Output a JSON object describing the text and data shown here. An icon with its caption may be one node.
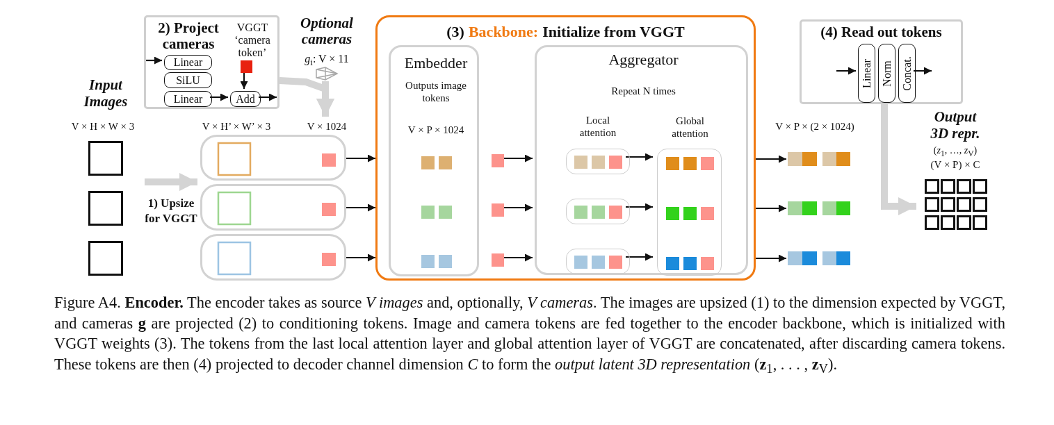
{
  "diagram": {
    "caption": "Figure A4. **Encoder.** The encoder takes as source *V images* and, optionally, *V cameras*. The images are upsized (1) to the dimension expected by VGGT, and cameras **g** are projected (2) to conditioning tokens. Image and camera tokens are fed together to the encoder backbone, which is initialized with VGGT weights (3). The tokens from the last local attention layer and global attention layer of VGGT are concatenated, after discarding camera tokens. These tokens are then (4) projected to decoder channel dimension *C* to form the *output latent 3D representation* (**z**$_{1}$, . . . , **z**$_{V}$).",
    "nodes": [
      {
        "text": [
          "2) Project cameras"
        ]
      },
      {
        "text": [
          "Linear"
        ],
        "in": 0
      },
      {
        "text": [
          "SiLU"
        ],
        "in": 0
      },
      {
        "text": [
          "Linear"
        ],
        "in": 0
      },
      {
        "text": [
          "Add"
        ],
        "in": 0
      },
      {
        "text": [
          "VGGT ‘camera token’"
        ],
        "in": 0
      },
      {
        "text": [
          "Optional cameras",
          "*g*$_{i}$: V × 11"
        ]
      },
      {
        "text": [
          "Input Images",
          "V × H × W × 3"
        ]
      },
      {
        "text": [],
        "shape": "box",
        "in": 7
      },
      {
        "text": [],
        "shape": "box",
        "in": 7
      },
      {
        "text": [],
        "shape": "box",
        "in": 7
      },
      {
        "text": [
          "V × H’ × W’ × 3",
          "V × 1024"
        ]
      },
      {
        "text": [],
        "shape": "box",
        "in": 11
      },
      {
        "text": [],
        "shape": "box",
        "in": 11
      },
      {
        "text": [],
        "shape": "box",
        "in": 11
      },
      {
        "text": [
          "(3)",
          "Backbone:",
          "Initialize from VGGT"
        ]
      },
      {
        "text": [
          "Embedder",
          "Outputs image tokens",
          "V × P × 1024"
        ],
        "in": 15
      },
      {
        "text": [],
        "shape": "box",
        "in": 15
      },
      {
        "text": [],
        "shape": "box",
        "in": 15
      },
      {
        "text": [],
        "shape": "box",
        "in": 15
      },
      {
        "text": [
          "Aggregator",
          "Repeat N times"
        ],
        "in": 15
      },
      {
        "text": [
          "Local attention"
        ],
        "in": 20
      },
      {
        "text": [],
        "shape": "box",
        "in": 21
      },
      {
        "text": [],
        "shape": "box",
        "in": 21
      },
      {
        "text": [],
        "shape": "box",
        "in": 21
      },
      {
        "text": [
          "Global attention"
        ],
        "in": 20
      },
      {
        "text": [
          "V × P × (2 × 1024)"
        ]
      },
      {
        "text": [],
        "shape": "box",
        "in": 26
      },
      {
        "text": [],
        "shape": "box",
        "in": 26
      },
      {
        "text": [],
        "shape": "box",
        "in": 26
      },
      {
        "text": [
          "(4) Read out tokens"
        ]
      },
      {
        "text": [
          "Linear"
        ],
        "in": 30
      },
      {
        "text": [
          "Norm"
        ],
        "in": 30
      },
      {
        "text": [
          "Concat."
        ],
        "in": 30
      },
      {
        "text": [
          "Output 3D repr.",
          "(*z*$_{1}$, …, *z*$_{V}$)",
          "(V × P) × C"
        ]
      }
    ],
    "edges": [
      {
        "from": null,
        "to": 1,
        "arrow": "to"
      },
      {
        "from": 3,
        "to": 4,
        "arrow": "to"
      },
      {
        "from": 5,
        "to": 4,
        "arrow": "to"
      },
      {
        "from": 4,
        "to": null,
        "arrow": "to"
      },
      {
        "from": 0,
        "to": 11,
        "arrow": "to",
        "style": "thick",
        "color": "#d4d4d4"
      },
      {
        "from": 6,
        "to": 11,
        "arrow": "to",
        "style": "thick",
        "color": "#d4d4d4"
      },
      {
        "from": 7,
        "to": 11,
        "arrow": "to",
        "style": "thick",
        "color": "#d4d4d4",
        "label": "1) Upsize for VGGT"
      },
      {
        "from": 12,
        "to": 15,
        "arrow": "to"
      },
      {
        "from": 13,
        "to": 15,
        "arrow": "to"
      },
      {
        "from": 14,
        "to": 15,
        "arrow": "to"
      },
      {
        "from": 17,
        "to": 20,
        "arrow": "to"
      },
      {
        "from": 18,
        "to": 20,
        "arrow": "to"
      },
      {
        "from": 19,
        "to": 20,
        "arrow": "to"
      },
      {
        "from": 22,
        "to": 25,
        "arrow": "to"
      },
      {
        "from": 23,
        "to": 25,
        "arrow": "to"
      },
      {
        "from": 24,
        "to": 25,
        "arrow": "to"
      },
      {
        "from": 15,
        "to": 27,
        "arrow": "to"
      },
      {
        "from": 15,
        "to": 28,
        "arrow": "to"
      },
      {
        "from": 15,
        "to": 29,
        "arrow": "to"
      },
      {
        "from": null,
        "to": 31,
        "arrow": "to"
      },
      {
        "from": 33,
        "to": null,
        "arrow": "to"
      },
      {
        "from": 30,
        "to": 34,
        "arrow": "to",
        "style": "thick",
        "color": "#d4d4d4"
      }
    ]
  }
}
